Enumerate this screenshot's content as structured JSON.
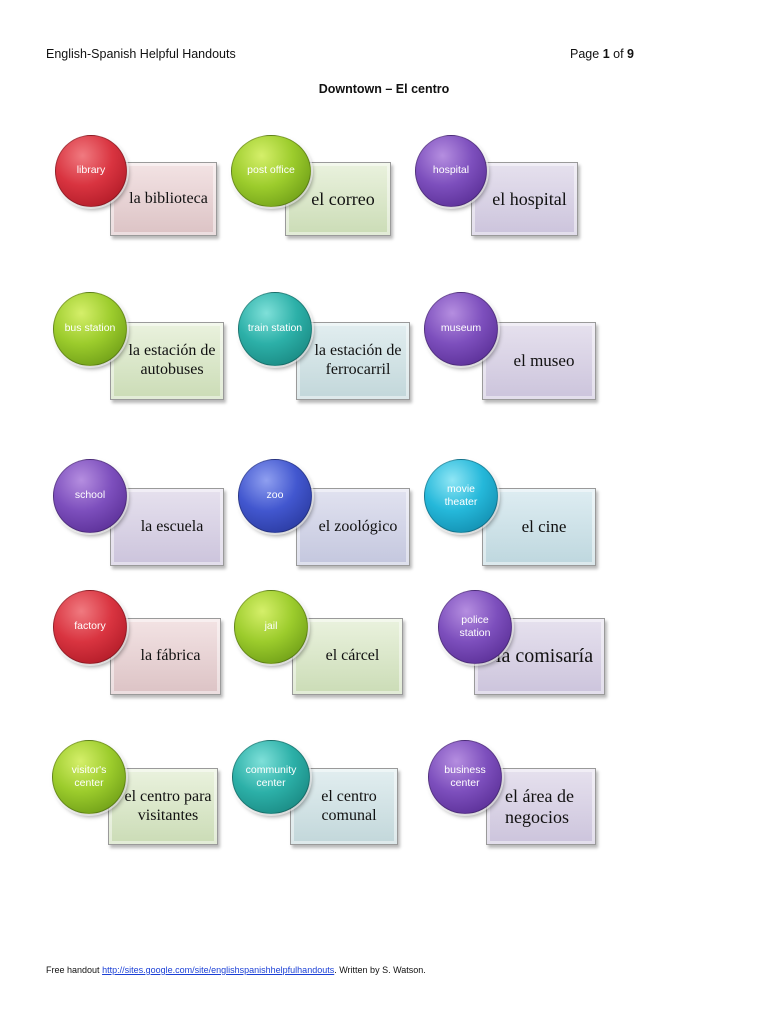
{
  "header": {
    "left": "English-Spanish Helpful Handouts",
    "page_prefix": "Page",
    "page_current": "1",
    "page_of": "of",
    "page_total": "9"
  },
  "title": "Downtown – El centro",
  "items": [
    {
      "en": "library",
      "es": "la biblioteca",
      "color": "#d93440"
    },
    {
      "en": "post office",
      "es": "el correo",
      "color": "#9ccc2c"
    },
    {
      "en": "hospital",
      "es": "el hospital",
      "color": "#7d4fbd"
    },
    {
      "en": "bus station",
      "es": "la estación de autobuses",
      "color": "#9ccc2c"
    },
    {
      "en": "train station",
      "es": "la estación de ferrocarril",
      "color": "#2cb0a8"
    },
    {
      "en": "museum",
      "es": "el museo",
      "color": "#7d4fbd"
    },
    {
      "en": "school",
      "es": "la escuela",
      "color": "#7d4fbd"
    },
    {
      "en": "zoo",
      "es": "el zoológico",
      "color": "#4257cf"
    },
    {
      "en": "movie theater",
      "es": "el cine",
      "color": "#25b8da"
    },
    {
      "en": "factory",
      "es": "la fábrica",
      "color": "#d93440"
    },
    {
      "en": "jail",
      "es": "el cárcel",
      "color": "#9ccc2c"
    },
    {
      "en": "police station",
      "es": "la comisaría",
      "color": "#7d4fbd"
    },
    {
      "en": "visitor's center",
      "es": "el centro para visitantes",
      "color": "#9ccc2c"
    },
    {
      "en": "community center",
      "es": "el centro comunal",
      "color": "#2cb0a8"
    },
    {
      "en": "business center",
      "es": "el área de negocios",
      "color": "#7d4fbd"
    }
  ],
  "footer": {
    "prefix": "Free handout",
    "link_text": "http://sites.google.com/site/englishspanishhelpfulhandouts",
    "suffix": ". Written by S. Watson."
  }
}
